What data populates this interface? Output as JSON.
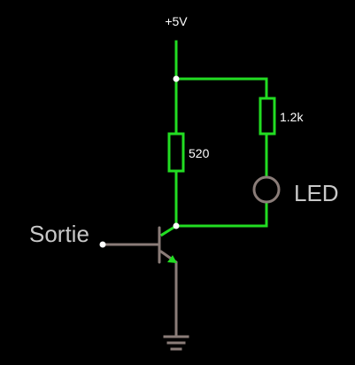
{
  "labels": {
    "supply": "+5V",
    "r_top": "520",
    "r_led": "1.2k",
    "led": "LED",
    "input": "Sortie"
  },
  "colors": {
    "background": "#000000",
    "active_wire": "#22dd22",
    "inactive_wire": "#8a7c78",
    "node_dot": "#ffffff",
    "text": "#ffffff",
    "label_gray": "#c8c8c8"
  },
  "icons": {
    "led": "led-circle-icon",
    "transistor": "npn-transistor-icon",
    "ground": "ground-symbol-icon"
  }
}
